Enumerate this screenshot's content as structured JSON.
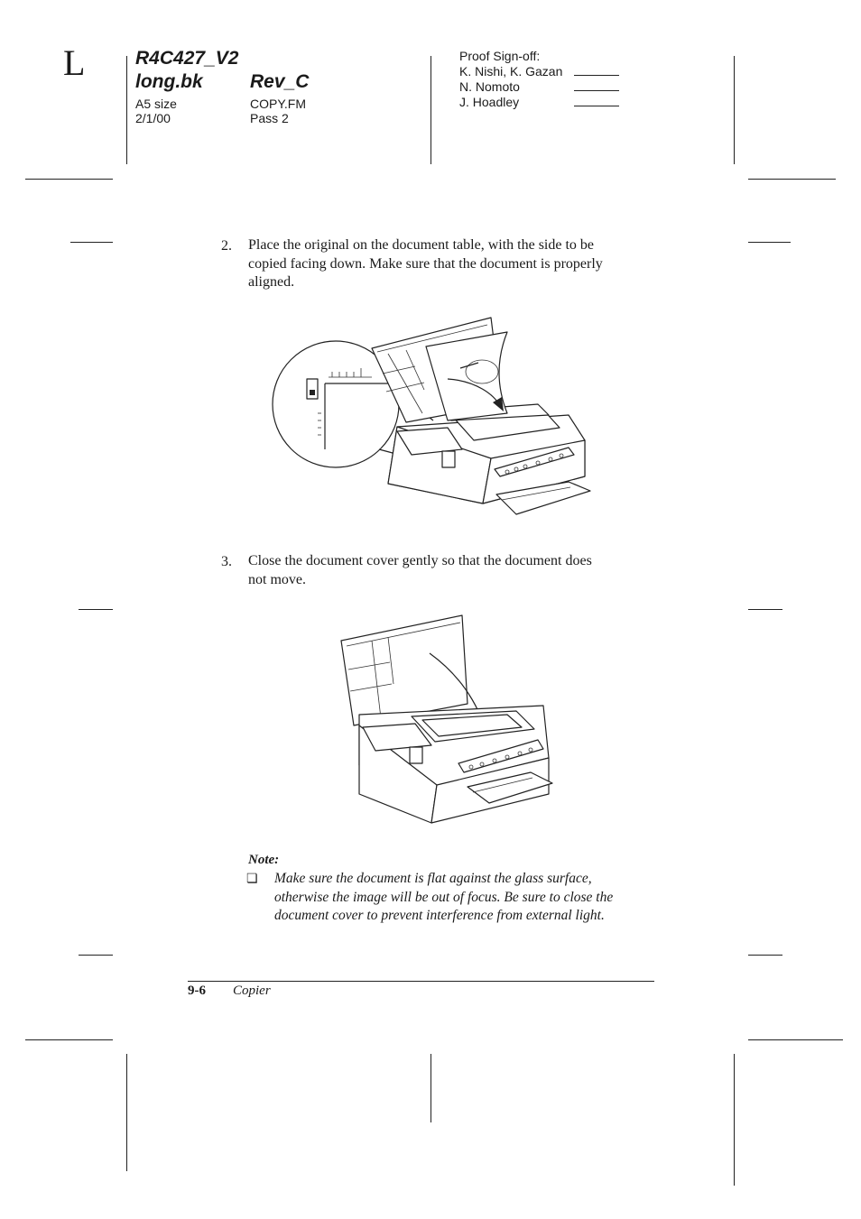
{
  "header": {
    "side_letter": "L",
    "doc_id": "R4C427_V2",
    "book": "long.bk",
    "revision": "Rev_C",
    "size": "A5 size",
    "date": "2/1/00",
    "file": "COPY.FM",
    "pass": "Pass 2",
    "signoff_title": "Proof Sign-off:",
    "signoff_names": [
      "K. Nishi, K. Gazan",
      "N. Nomoto",
      "J. Hoadley"
    ]
  },
  "steps": [
    {
      "number": "2.",
      "lines": [
        "Place the original on the document table, with the side to be",
        "copied facing down. Make sure that the document is properly",
        "aligned."
      ]
    },
    {
      "number": "3.",
      "lines": [
        "Close the document cover gently so that the document does",
        "not move."
      ]
    }
  ],
  "note": {
    "title": "Note:",
    "bullet": "❏",
    "lines": [
      "Make sure the document is flat against the glass surface,",
      "otherwise the image will be out of focus. Be sure to close the",
      "document cover to prevent interference from external light."
    ]
  },
  "footer": {
    "page_number": "9-6",
    "section": "Copier"
  }
}
